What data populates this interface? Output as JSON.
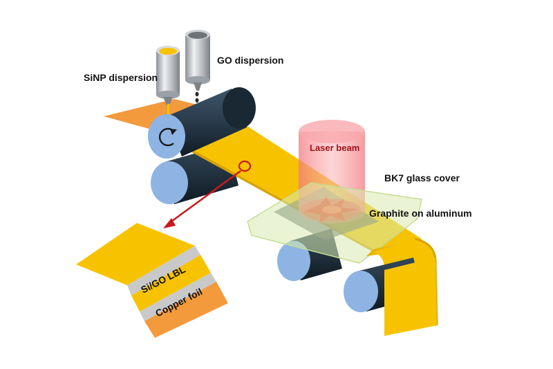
{
  "labels": {
    "sinp": "SiNP dispersion",
    "go": "GO dispersion",
    "laser": "Laser beam",
    "glass": "BK7 glass cover",
    "graphite": "Graphite on aluminum",
    "layer": "Si/GO LBL",
    "copper": "Copper foil"
  },
  "colors": {
    "copper": "#f39a3c",
    "coating": "#f7c300",
    "roller_dark": "#2f4457",
    "roller_face": "#8db4e3",
    "laser": "#f4868a",
    "glass": "#d8ebb0",
    "arrow": "#c8191e",
    "separator": "#c9c9c9"
  }
}
